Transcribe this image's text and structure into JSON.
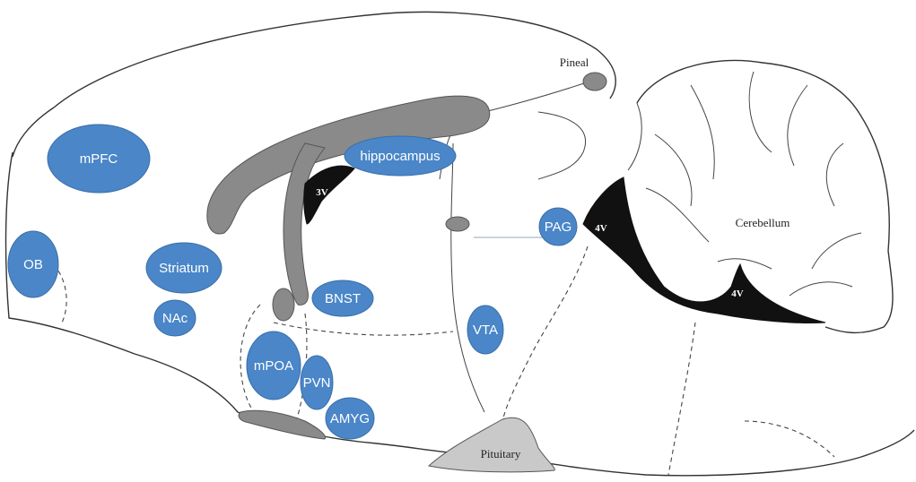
{
  "colors": {
    "region_fill": "#4a86c8",
    "structure_fill": "#8a8a8a",
    "pituitary_fill": "#c9c9c9",
    "ventricle_fill": "#111111"
  },
  "regions": {
    "mpfc": "mPFC",
    "ob": "OB",
    "striatum": "Striatum",
    "nac": "NAc",
    "hippocampus": "hippocampus",
    "bnst": "BNST",
    "mpoa": "mPOA",
    "pvn": "PVN",
    "amyg": "AMYG",
    "vta": "VTA",
    "pag": "PAG"
  },
  "structures": {
    "pineal": "Pineal",
    "cerebellum": "Cerebellum",
    "pituitary": "Pituitary"
  },
  "ventricles": {
    "third": "3V",
    "fourth_upper": "4V",
    "fourth_lower": "4V"
  }
}
